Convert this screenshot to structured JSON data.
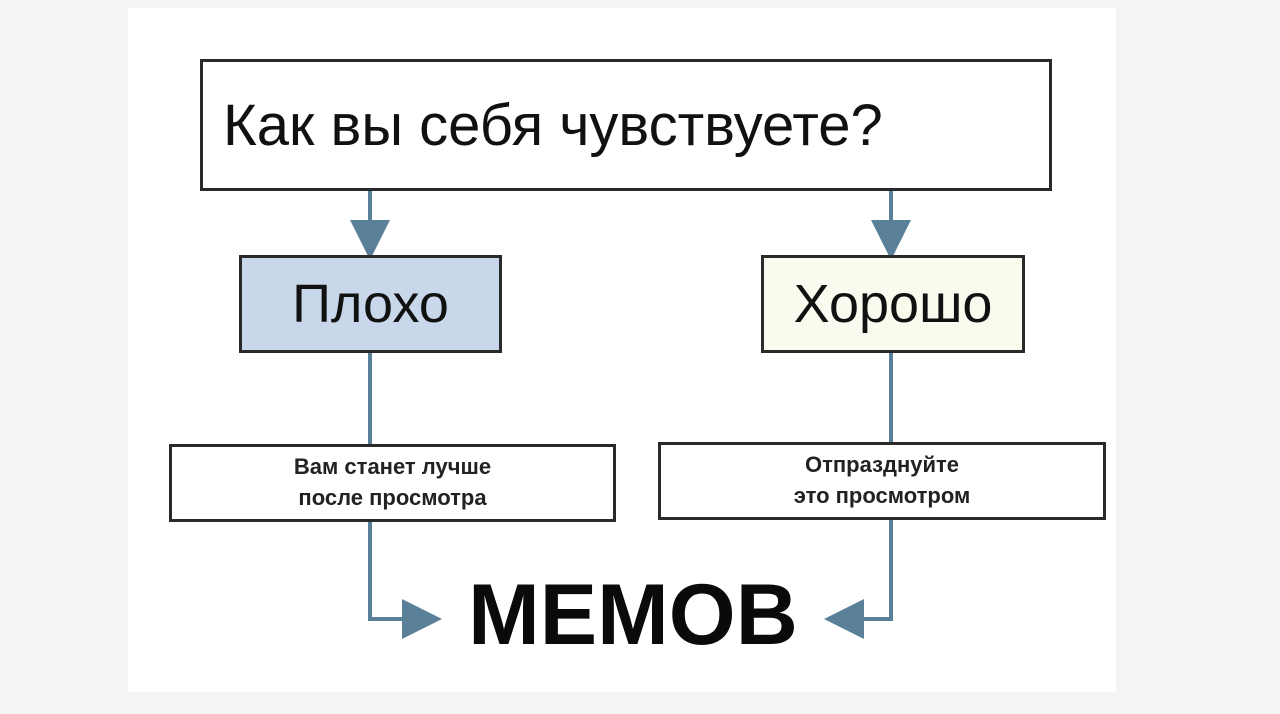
{
  "diagram": {
    "question": "Как вы себя чувствуете?",
    "bad_option": "Плохо",
    "good_option": "Хорошо",
    "bad_note_line1": "Вам станет лучше",
    "bad_note_line2": "после просмотра",
    "good_note_line1": "Отпразднуйте",
    "good_note_line2": "это просмотром",
    "result": "МЕМОВ"
  },
  "colors": {
    "bad_fill": "#c8d7ea",
    "good_fill": "#fbfaee",
    "arrow": "#5a7f99"
  }
}
